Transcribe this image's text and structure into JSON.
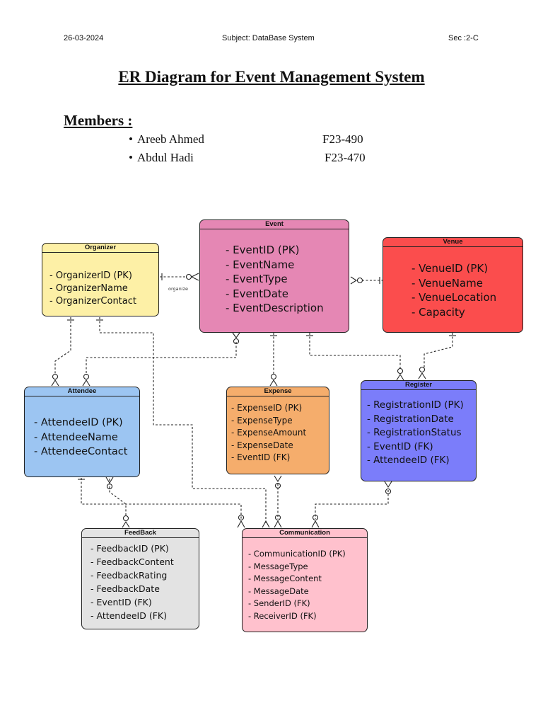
{
  "header": {
    "date": "26-03-2024",
    "subject": "Subject: DataBase System",
    "section": "Sec :2-C"
  },
  "title": "ER Diagram for Event Management System",
  "members_heading": "Members :",
  "members": [
    {
      "name": "Areeb Ahmed",
      "id": "F23-490"
    },
    {
      "name": "Abdul Hadi",
      "id": "F23-470"
    }
  ],
  "relationship_label": "organize",
  "colors": {
    "organizer": "#fdf0a6",
    "event": "#e587b4",
    "venue": "#fb4d4d",
    "attendee": "#9cc5f2",
    "expense": "#f5ad6c",
    "register": "#7b7dfa",
    "feedback": "#e3e3e3",
    "communication": "#ffc1cd"
  },
  "entities": {
    "organizer": {
      "name": "Organizer",
      "attributes": [
        "- OrganizerID (PK)",
        "- OrganizerName",
        "- OrganizerContact"
      ]
    },
    "event": {
      "name": "Event",
      "attributes": [
        "- EventID (PK)",
        "- EventName",
        "- EventType",
        "- EventDate",
        "- EventDescription"
      ]
    },
    "venue": {
      "name": "Venue",
      "attributes": [
        "- VenueID (PK)",
        "- VenueName",
        "- VenueLocation",
        "- Capacity"
      ]
    },
    "attendee": {
      "name": "Attendee",
      "attributes": [
        "- AttendeeID (PK)",
        "- AttendeeName",
        "- AttendeeContact"
      ]
    },
    "expense": {
      "name": "Expense",
      "attributes": [
        "- ExpenseID (PK)",
        "- ExpenseType",
        "- ExpenseAmount",
        "- ExpenseDate",
        "- EventID (FK)"
      ]
    },
    "register": {
      "name": "Register",
      "attributes": [
        "- RegistrationID (PK)",
        "- RegistrationDate",
        "- RegistrationStatus",
        "- EventID (FK)",
        "- AttendeeID (FK)"
      ]
    },
    "feedback": {
      "name": "FeedBack",
      "attributes": [
        "- FeedbackID (PK)",
        "- FeedbackContent",
        "- FeedbackRating",
        "- FeedbackDate",
        "- EventID (FK)",
        "- AttendeeID (FK)"
      ]
    },
    "communication": {
      "name": "Communication",
      "attributes": [
        "- CommunicationID (PK)",
        "- MessageType",
        "- MessageContent",
        "- MessageDate",
        "- SenderID (FK)",
        "- ReceiverID (FK)"
      ]
    }
  }
}
